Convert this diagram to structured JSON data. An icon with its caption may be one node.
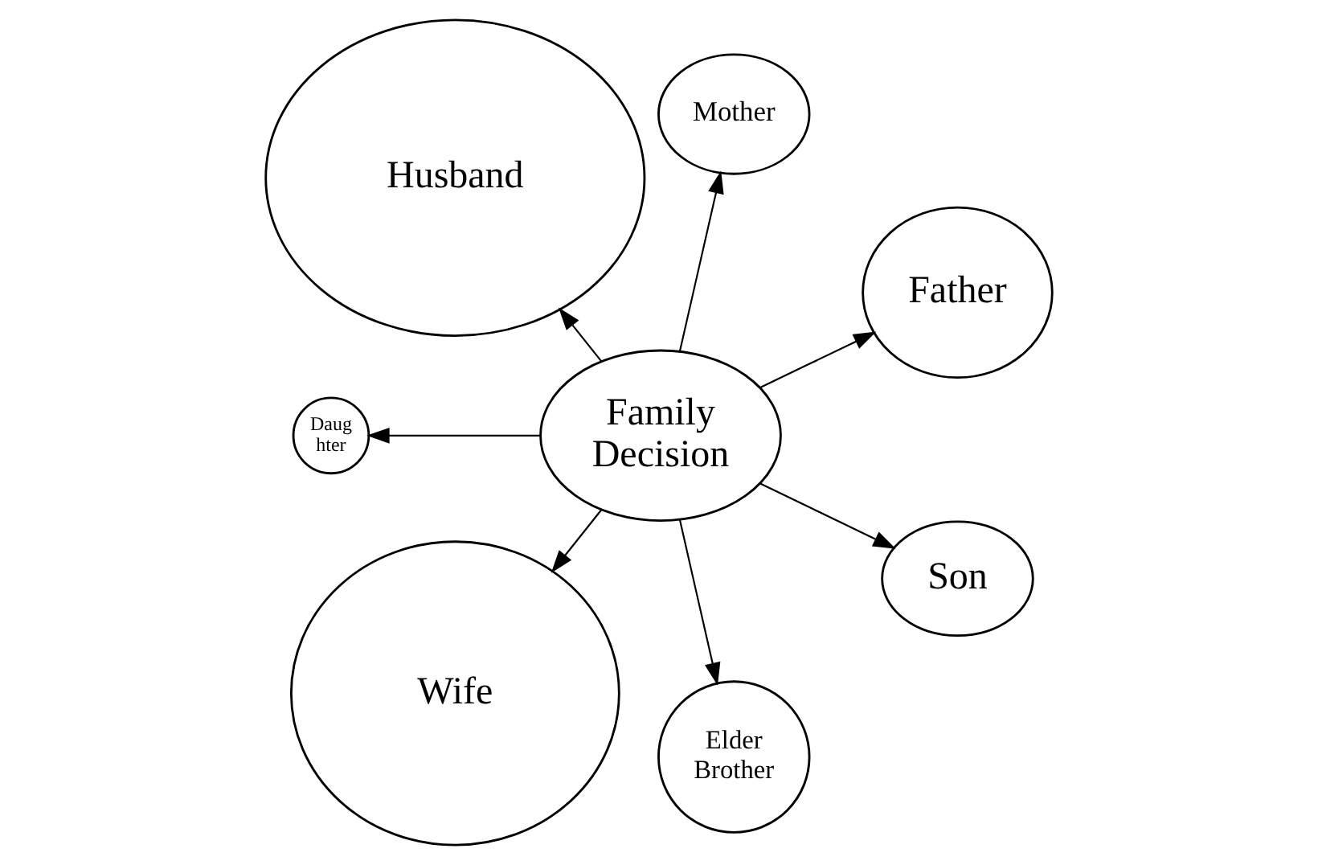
{
  "diagram": {
    "nodes": [
      {
        "text": [
          "Family Decision"
        ]
      },
      {
        "text": [
          "Father"
        ]
      },
      {
        "text": [
          "Mother"
        ]
      },
      {
        "text": [
          "Husband"
        ]
      },
      {
        "text": [
          "Daug hter"
        ]
      },
      {
        "text": [
          "Wife"
        ]
      },
      {
        "text": [
          "Elder Brother"
        ]
      },
      {
        "text": [
          "Son"
        ]
      }
    ],
    "edges": [
      {
        "from": 0,
        "to": 1,
        "arrow": "to"
      },
      {
        "from": 0,
        "to": 2,
        "arrow": "to"
      },
      {
        "from": 0,
        "to": 4,
        "arrow": "to"
      },
      {
        "from": 0,
        "to": 7,
        "arrow": "to"
      },
      {
        "from": 0,
        "to": 6,
        "arrow": "to"
      },
      {
        "from": 0,
        "to": 5,
        "arrow": "to"
      },
      {
        "from": 0,
        "to": 3,
        "arrow": "to"
      }
    ]
  }
}
